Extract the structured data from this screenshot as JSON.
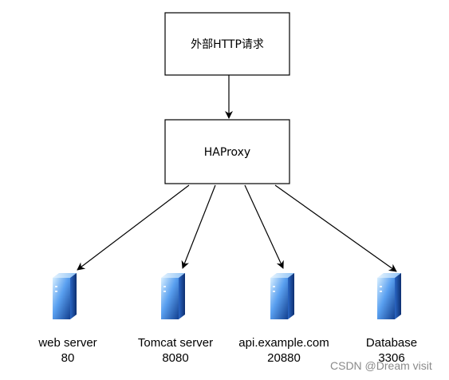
{
  "diagram": {
    "nodes": {
      "external": {
        "label": "外部HTTP请求"
      },
      "proxy": {
        "label": "HAProxy"
      }
    },
    "servers": [
      {
        "name": "web server",
        "port": "80",
        "icon": "server-icon"
      },
      {
        "name": "Tomcat server",
        "port": "8080",
        "icon": "server-icon"
      },
      {
        "name": "api.example.com",
        "port": "20880",
        "icon": "server-icon"
      },
      {
        "name": "Database",
        "port": "3306",
        "icon": "server-icon"
      }
    ],
    "edges": [
      {
        "from": "external",
        "to": "proxy"
      },
      {
        "from": "proxy",
        "to": "web server"
      },
      {
        "from": "proxy",
        "to": "Tomcat server"
      },
      {
        "from": "proxy",
        "to": "api.example.com"
      },
      {
        "from": "proxy",
        "to": "Database"
      }
    ],
    "colors": {
      "line": "#000000",
      "server_light": "#bfe3ff",
      "server_dark": "#1a4fa0"
    }
  },
  "watermark": "CSDN @Dream visit"
}
